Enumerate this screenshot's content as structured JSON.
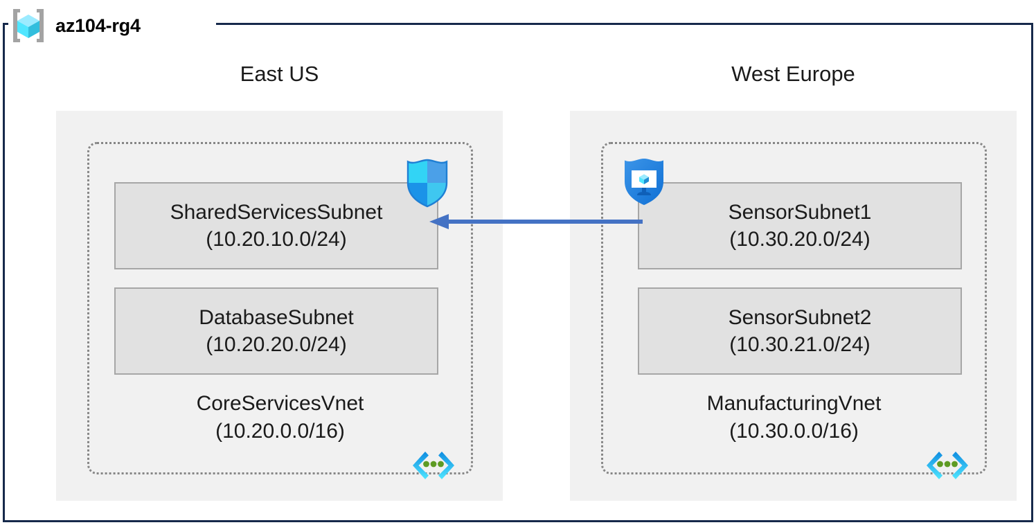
{
  "resource_group": {
    "name": "az104-rg4",
    "icon": "resource-group-icon",
    "frame_color": "#16294b"
  },
  "regions": [
    {
      "id": "east-us",
      "label": "East US",
      "vnet": {
        "name": "CoreServicesVnet",
        "cidr": "(10.20.0.0/16)",
        "icon": "virtual-network-icon",
        "subnets": [
          {
            "name": "SharedServicesSubnet",
            "cidr": "(10.20.10.0/24)",
            "badge": "network-security-group-shield-icon"
          },
          {
            "name": "DatabaseSubnet",
            "cidr": "(10.20.20.0/24)",
            "badge": null
          }
        ]
      }
    },
    {
      "id": "west-europe",
      "label": "West Europe",
      "vnet": {
        "name": "ManufacturingVnet",
        "cidr": "(10.30.0.0/16)",
        "icon": "virtual-network-icon",
        "subnets": [
          {
            "name": "SensorSubnet1",
            "cidr": "(10.30.20.0/24)",
            "badge": "defender-for-servers-shield-icon"
          },
          {
            "name": "SensorSubnet2",
            "cidr": "(10.30.21.0/24)",
            "badge": null
          }
        ]
      }
    }
  ],
  "connection": {
    "name": "vnet-peering-arrow",
    "direction": "right-to-left",
    "from": "SensorSubnet1",
    "to": "SharedServicesSubnet",
    "color": "#4472c4"
  },
  "colors": {
    "frame": "#16294b",
    "region_fill": "#f1f1f1",
    "subnet_fill": "#e1e1e1",
    "subnet_border": "#a6a6a6",
    "vnet_border": "#868686",
    "arrow": "#4472c4",
    "icon_cyan": "#50e6ff",
    "icon_blue": "#0078d4",
    "icon_green": "#5e9b23",
    "icon_gray": "#a3a3a3"
  }
}
